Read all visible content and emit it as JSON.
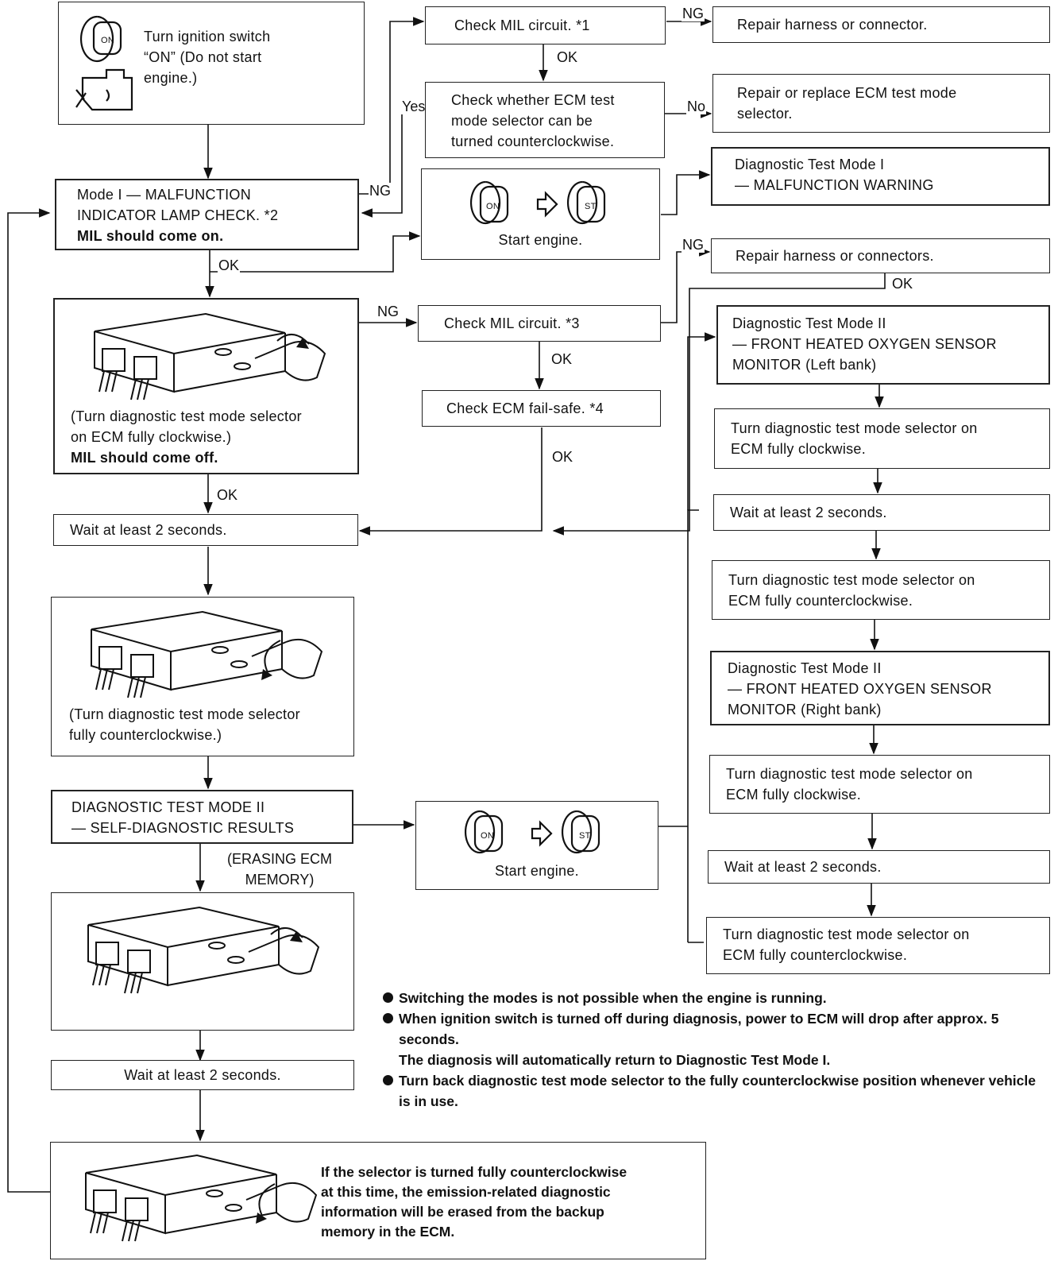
{
  "start_box": {
    "text": "Turn ignition switch\n“ON” (Do not start\nengine.)"
  },
  "mil_check_1": {
    "text": "Check MIL circuit. *1"
  },
  "repair_harness_connector": {
    "text": "Repair harness or connector."
  },
  "ecm_selector_check": {
    "text": "Check whether ECM test\nmode selector can be\nturned counterclockwise."
  },
  "repair_selector": {
    "text": "Repair or replace ECM test mode\nselector."
  },
  "test_mode_1_result": {
    "text": "Diagnostic Test Mode I\n— MALFUNCTION WARNING"
  },
  "mode1_box": {
    "line1": "Mode I — MALFUNCTION\nINDICATOR LAMP CHECK. *2",
    "line2": "MIL should come on."
  },
  "start_engine_top": {
    "on_key": "ON",
    "st_key": "ST",
    "text": "Start engine."
  },
  "repair_harness_connectors": {
    "text": "Repair harness or connectors."
  },
  "mil_check_3": {
    "text": "Check MIL circuit. *3"
  },
  "ecm_failsafe": {
    "text": "Check ECM fail-safe. *4"
  },
  "selector_cw_box": {
    "line1": "(Turn diagnostic test mode selector\non ECM fully clockwise.)",
    "line2": "MIL should come off."
  },
  "wait_1": {
    "text": "Wait at least 2 seconds."
  },
  "selector_ccw_box": {
    "text": "(Turn diagnostic test mode selector\nfully counterclockwise.)"
  },
  "test_mode_2_box": {
    "text": "DIAGNOSTIC TEST MODE II\n— SELF-DIAGNOSTIC RESULTS"
  },
  "erasing_label": {
    "text": "(ERASING ECM\nMEMORY)"
  },
  "start_engine_bottom": {
    "on_key": "ON",
    "st_key": "ST",
    "text": "Start engine."
  },
  "wait_2": {
    "text": "Wait at least 2 seconds."
  },
  "erase_warning": {
    "text": "If the selector is turned fully counterclockwise\nat this time, the emission-related diagnostic\ninformation will be erased from the backup\nmemory in the ECM."
  },
  "right_column": {
    "left_bank": "Diagnostic Test Mode II\n— FRONT HEATED OXYGEN SENSOR\nMONITOR (Left bank)",
    "cw_1": "Turn diagnostic test mode selector on\nECM fully clockwise.",
    "wait_3": "Wait at least 2 seconds.",
    "ccw_1": "Turn diagnostic test mode selector on\nECM fully counterclockwise.",
    "right_bank": "Diagnostic Test Mode II\n— FRONT HEATED OXYGEN SENSOR\nMONITOR (Right bank)",
    "cw_2": "Turn diagnostic test mode selector on\nECM fully clockwise.",
    "wait_4": "Wait at least 2 seconds.",
    "ccw_2": "Turn diagnostic test mode selector on\nECM fully counterclockwise."
  },
  "labels": {
    "ng": "NG",
    "ok": "OK",
    "yes": "Yes",
    "no": "No"
  },
  "notes": {
    "n1": "Switching the modes is not possible when the engine is running.",
    "n2": "When ignition switch is turned off during diagnosis, power to ECM will drop after approx. 5 seconds.",
    "n2b": "The diagnosis will automatically return to Diagnostic Test Mode I.",
    "n3": "Turn back diagnostic test mode selector to the fully counterclockwise position whenever vehicle is in use."
  }
}
